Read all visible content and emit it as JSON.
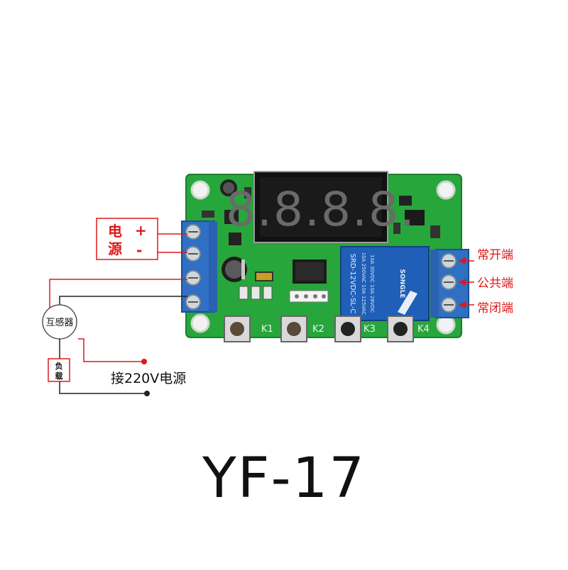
{
  "power_label": {
    "line1": "电",
    "line2": "源",
    "plus": "+",
    "minus": "-"
  },
  "sensor_label": "互感器",
  "load_label": {
    "line1": "负",
    "line2": "载"
  },
  "mains_label": "接220V电源",
  "display": {
    "digits": "8.8.8.8."
  },
  "buttons": [
    {
      "label": "K1"
    },
    {
      "label": "K2"
    },
    {
      "label": "K3"
    },
    {
      "label": "K4"
    }
  ],
  "relay": {
    "model": "SRD-12VDC-SL-C",
    "brand": "SONGLE",
    "ratings": [
      "10A 250VAC 10A 125VAC",
      "10A 30VDC 10A 28VDC"
    ]
  },
  "relay_terminals": [
    {
      "label": "常开端"
    },
    {
      "label": "公共端"
    },
    {
      "label": "常闭端"
    }
  ],
  "model_code": "YF-17",
  "colors": {
    "pcb": "#26a83b",
    "terminal_block": "#2f6fc4",
    "relay": "#1f5fb8",
    "annotation": "#e01818",
    "wire": "#222222"
  }
}
